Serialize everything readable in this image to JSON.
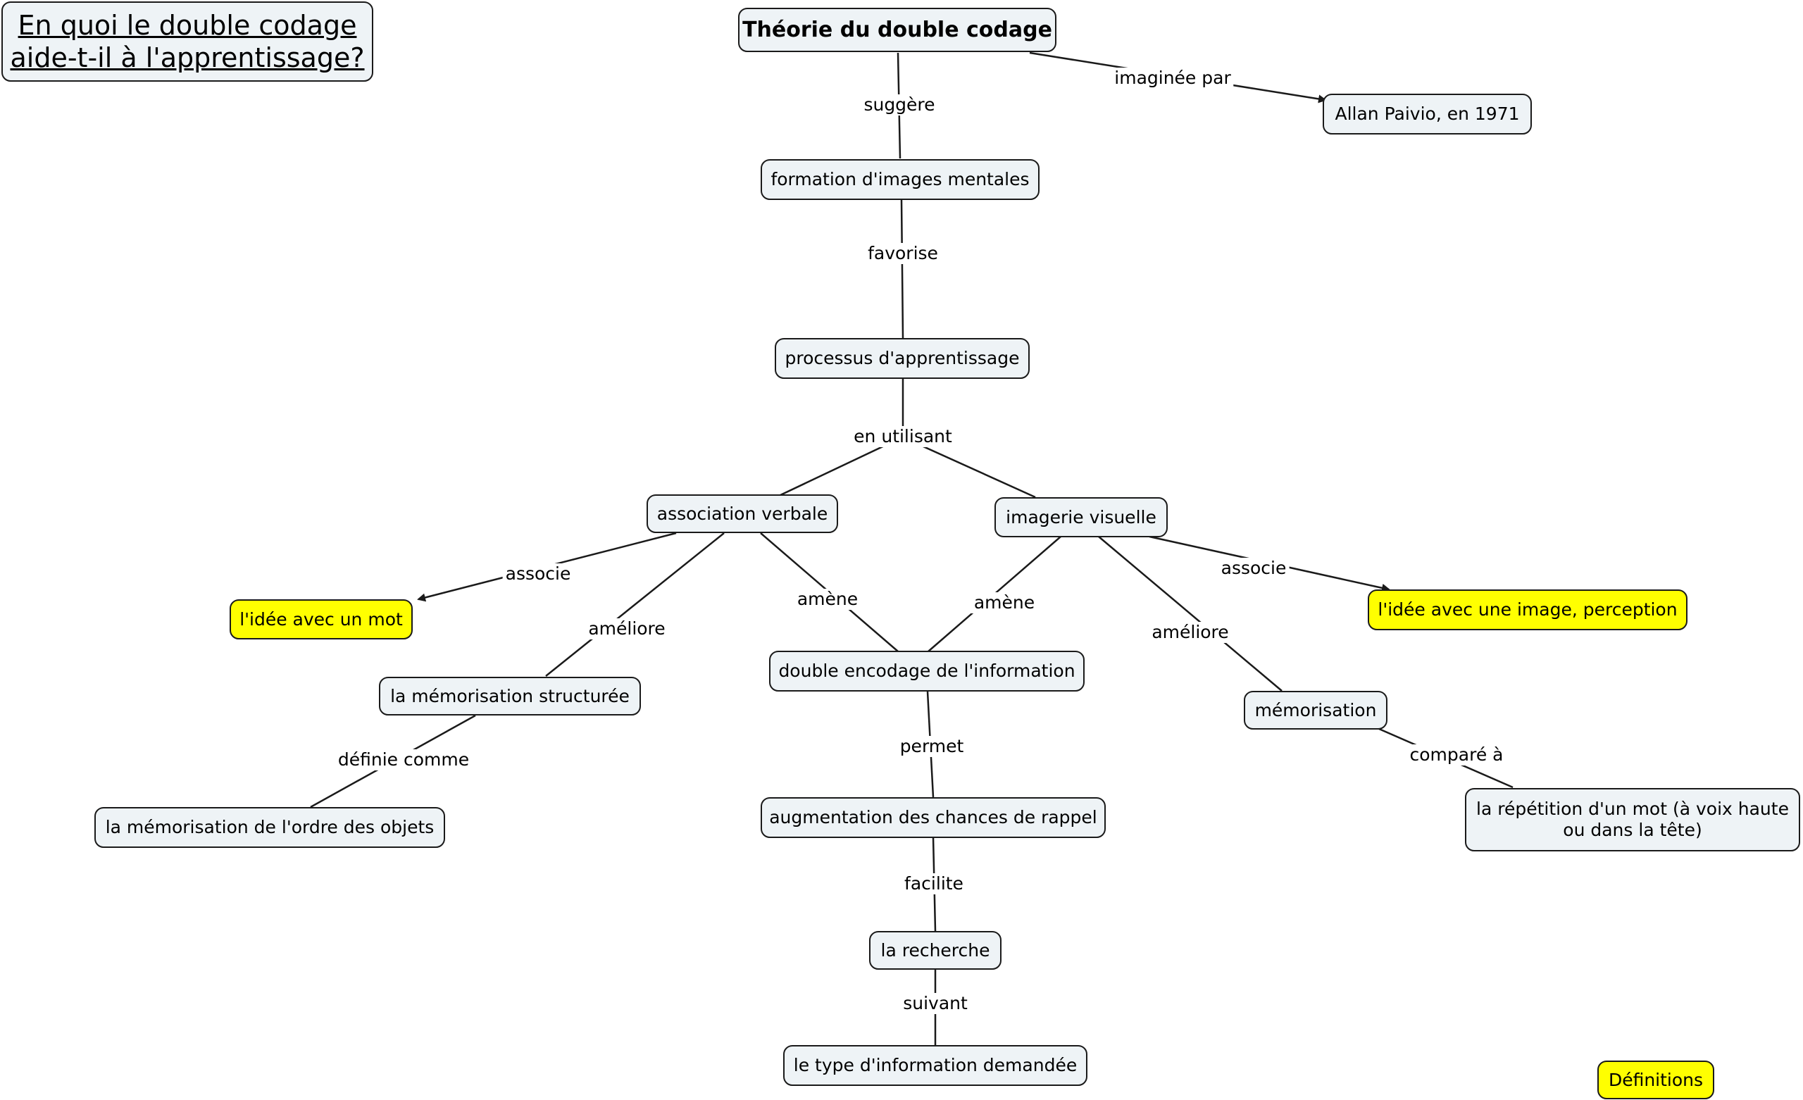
{
  "diagram": {
    "title": "En quoi le double codage aide-t-il à l'apprentissage?",
    "nodes": {
      "theorie": "Théorie du double codage",
      "paivio": "Allan Paivio, en 1971",
      "formation": "formation d'images mentales",
      "processus": "processus d'apprentissage",
      "association": "association verbale",
      "imagerie": "imagerie visuelle",
      "idee_mot": "l'idée avec un mot",
      "idee_image": "l'idée avec une image, perception",
      "memo_struct": "la mémorisation structurée",
      "double_enc": "double encodage de l'information",
      "memorisation": "mémorisation",
      "memo_ordre": "la mémorisation de l'ordre des objets",
      "augmentation": "augmentation des chances de rappel",
      "repetition": "la répétition d'un mot (à voix haute ou dans la tête)",
      "recherche": "la recherche",
      "type_info": "le type d'information demandée",
      "definitions": "Définitions"
    },
    "links": {
      "imaginee_par": "imaginée par",
      "suggere": "suggère",
      "favorise": "favorise",
      "en_utilisant": "en utilisant",
      "associe_left": "associe",
      "ameliore_left": "améliore",
      "amene_left": "amène",
      "amene_right": "amène",
      "associe_right": "associe",
      "ameliore_right": "améliore",
      "definie_comme": "définie comme",
      "permet": "permet",
      "compare_a": "comparé à",
      "facilite": "facilite",
      "suivant": "suivant"
    },
    "colors": {
      "node_fill": "#eef3f6",
      "highlight_fill": "#ffff00",
      "stroke": "#1a1a1a"
    }
  }
}
